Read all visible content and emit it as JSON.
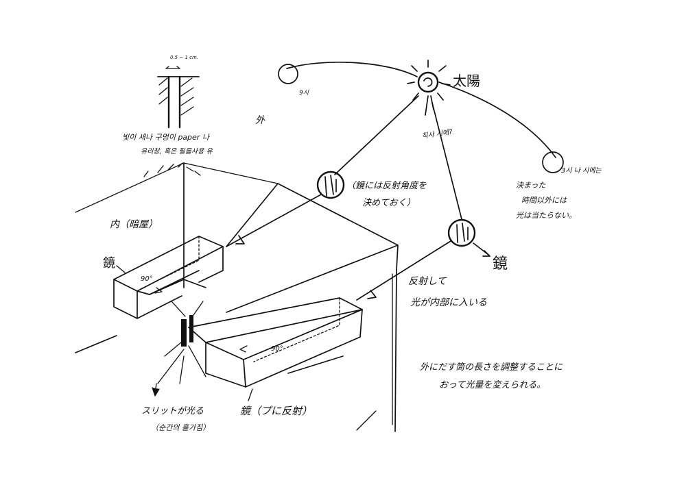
{
  "labels": {
    "sun": "太陽",
    "outside": "外",
    "inside": "内（暗屋）",
    "mirror_right": "鏡",
    "mirror_left": "鏡",
    "mirror_bottom": "鏡（プに反射）",
    "mirror_fixed_line1": "（鏡には反射角度を",
    "mirror_fixed_line2": "決めておく）",
    "reflect_line1": "反射して",
    "reflect_line2": "光が内部に入いる",
    "length_line1": "外にだす筒の長さを調整することに",
    "length_line2": "おって光量を変えられる。",
    "slit_line1": "スリットが光る",
    "slit_line2": "（순간의 홀가짐）",
    "paper_line1": "빛이 새나 구멍이 paper 나",
    "paper_line2": "유리창, 혹은 필름사용 유",
    "width_dim": "0.5 ~ 1 cm.",
    "time_line1": "決まった",
    "time_line2": "時間以外には",
    "time_line3": "光は当たらない。",
    "sun_left_note": "9시",
    "sun_right_note": "3시 나 시에는",
    "sun_ray_note": "직사 시에?",
    "angle_top": "90°",
    "angle_bottom": "90°"
  },
  "icons": [
    "sun-icon",
    "mirror-icon"
  ]
}
